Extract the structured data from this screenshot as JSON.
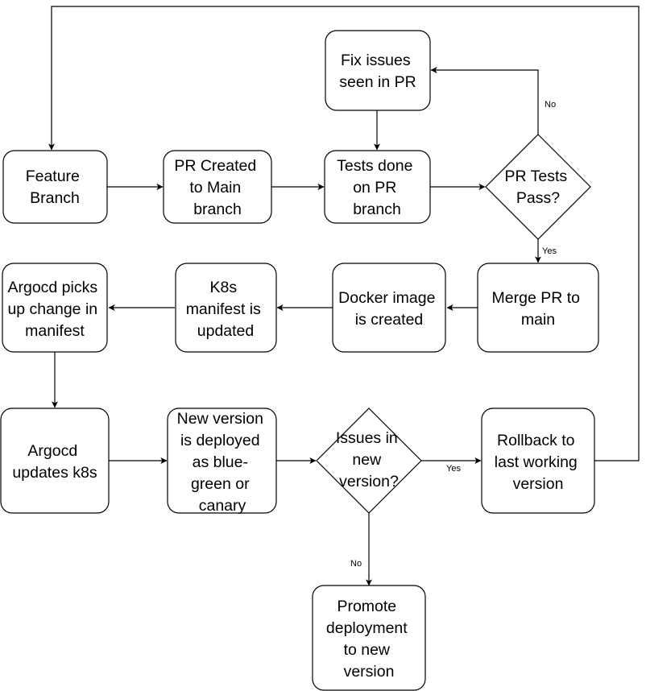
{
  "nodes": {
    "fix_issues": {
      "lines": [
        "Fix issues",
        "seen in PR"
      ]
    },
    "feature_branch": {
      "lines": [
        "Feature",
        "Branch"
      ]
    },
    "pr_created": {
      "lines": [
        "PR Created",
        "to Main",
        "branch"
      ]
    },
    "tests_done": {
      "lines": [
        "Tests done",
        "on PR",
        "branch"
      ]
    },
    "pr_tests_pass": {
      "lines": [
        "PR Tests",
        "Pass?"
      ]
    },
    "argocd_picks": {
      "lines": [
        "Argocd picks",
        "up change in",
        "manifest"
      ]
    },
    "k8s_manifest": {
      "lines": [
        "K8s",
        "manifest is",
        "updated"
      ]
    },
    "docker_image": {
      "lines": [
        "Docker image",
        "is created"
      ]
    },
    "merge_pr": {
      "lines": [
        "Merge PR to",
        "main"
      ]
    },
    "argocd_updates": {
      "lines": [
        "Argocd",
        "updates k8s"
      ]
    },
    "new_version": {
      "lines": [
        "New version",
        "is deployed",
        "as blue-",
        "green or",
        "canary"
      ]
    },
    "issues_new": {
      "lines": [
        "Issues in",
        "new",
        "version?"
      ]
    },
    "rollback": {
      "lines": [
        "Rollback to",
        "last working",
        "version"
      ]
    },
    "promote": {
      "lines": [
        "Promote",
        "deployment",
        "to new",
        "version"
      ]
    }
  },
  "edge_labels": {
    "tests_fail": "No",
    "tests_pass": "Yes",
    "issues_yes": "Yes",
    "issues_no": "No"
  },
  "colors": {
    "stroke": "#000000",
    "fill": "#ffffff",
    "text": "#000000"
  }
}
